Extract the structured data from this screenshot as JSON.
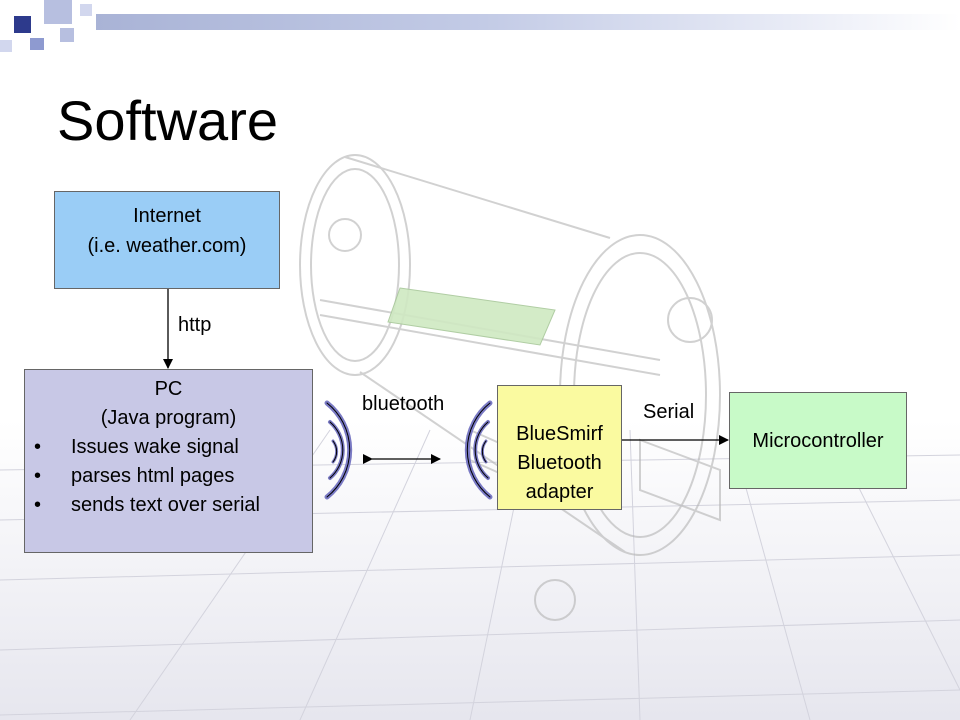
{
  "slide": {
    "title": "Software",
    "colors": {
      "internet_box": "#9acdf6",
      "pc_box": "#c8c8e6",
      "bluesmirf_box": "#fafaa0",
      "microcontroller_box": "#c8fac8",
      "header_accent": "#2d3a8c"
    }
  },
  "diagram": {
    "internet": {
      "line1": "Internet",
      "line2": "(i.e. weather.com)"
    },
    "pc": {
      "line1": "PC",
      "line2": "(Java program)",
      "bullets": [
        "Issues wake signal",
        "parses html pages",
        "sends text over serial"
      ]
    },
    "bluesmirf": {
      "line1": "BlueSmirf",
      "line2": "Bluetooth",
      "line3": "adapter"
    },
    "microcontroller": {
      "label": "Microcontroller"
    },
    "links": {
      "http": "http",
      "bluetooth": "bluetooth",
      "serial": "Serial"
    }
  }
}
